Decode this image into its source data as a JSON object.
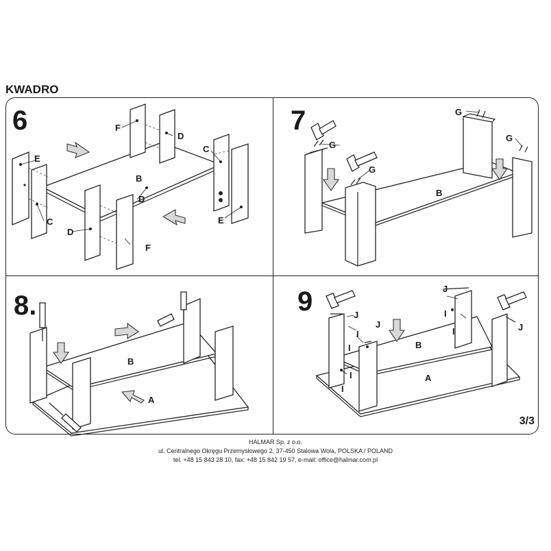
{
  "title": "KWADRO",
  "steps": [
    {
      "number": "6",
      "labels": {
        "B": "B",
        "C": "C",
        "D": "D",
        "E": "E",
        "F": "F"
      }
    },
    {
      "number": "7",
      "labels": {
        "B": "B",
        "G": "G"
      }
    },
    {
      "number": "8.",
      "labels": {
        "A": "A",
        "B": "B"
      }
    },
    {
      "number": "9",
      "labels": {
        "A": "A",
        "B": "B",
        "I": "I",
        "J": "J"
      }
    }
  ],
  "page_number": "3/3",
  "footer": {
    "company": "HALMAR Sp. z o.o.",
    "address": "ul. Centralnego Okręgu Przemysłowego 2, 37-450 Stalowa Wola, POLSKA / POLAND",
    "contact": "tel. +48 15 843 28 10, fax: +48 15 842 19 57, e-mail: office@halmar.com.pl"
  }
}
